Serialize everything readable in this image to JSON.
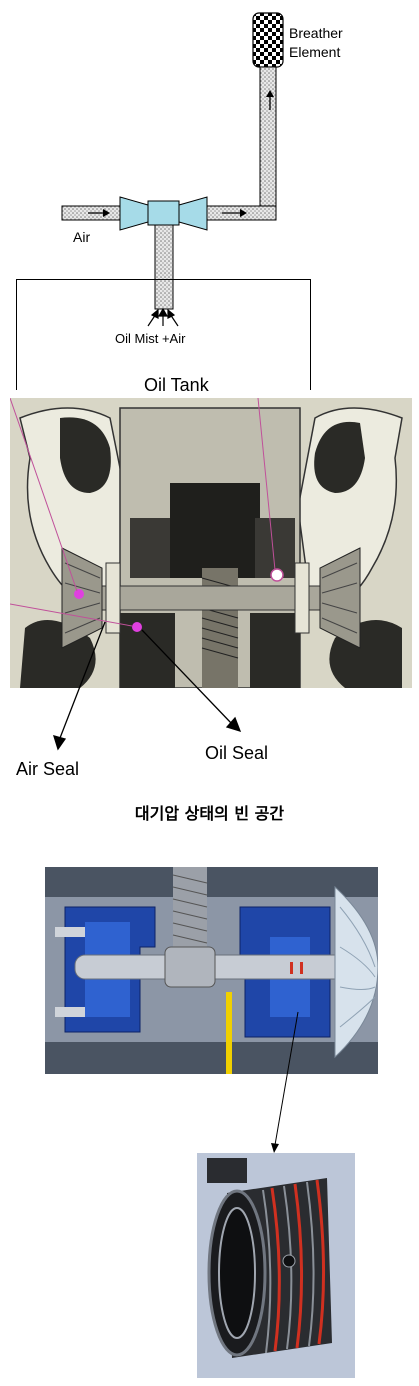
{
  "labels": {
    "breather_line1": "Breather",
    "breather_line2": "Element",
    "air": "Air",
    "oil_mist_air": "Oil Mist +Air",
    "oil_tank": "Oil Tank",
    "air_seal": "Air Seal",
    "oil_seal": "Oil Seal"
  },
  "caption": "대기압 상태의 빈 공간",
  "colors": {
    "venturi": "#a6dbe8",
    "pipe_hatch": "#c8c8c8",
    "leader_magenta": "#c0509a",
    "seal_dot": "#e040e0",
    "blue_housing": "#1f46a8",
    "ring_red": "#d03020"
  }
}
